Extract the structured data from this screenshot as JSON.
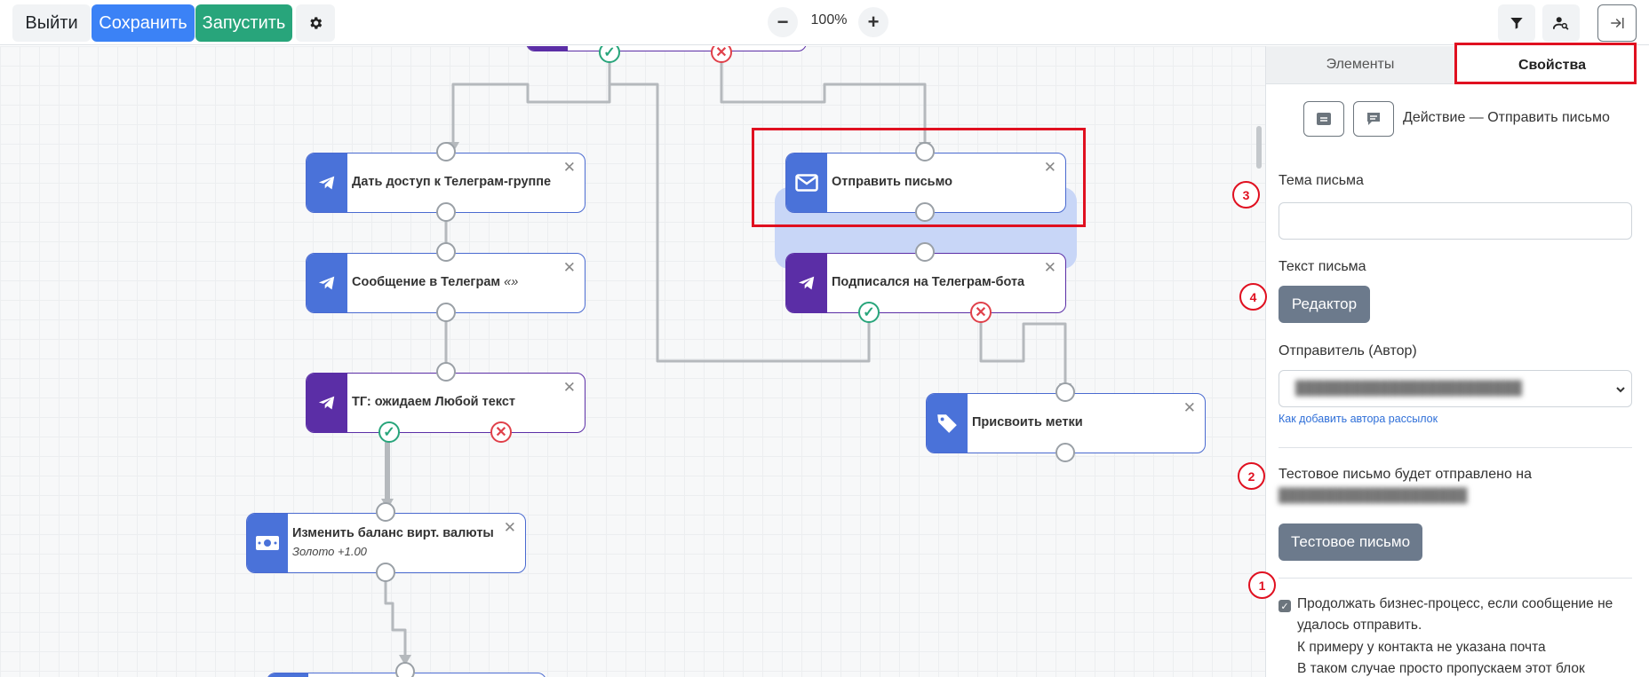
{
  "toolbar": {
    "exit_label": "Выйти",
    "save_label": "Сохранить",
    "run_label": "Запустить",
    "zoom": "100%",
    "zoom_out": "−",
    "zoom_in": "+"
  },
  "nodes": {
    "telegram_group": {
      "title": "Дать доступ к Телеграм-группе",
      "icon": "telegram-icon"
    },
    "telegram_message": {
      "title": "Сообщение в Телеграм",
      "subtitle": "«»",
      "icon": "telegram-icon"
    },
    "tg_wait": {
      "title": "ТГ: ожидаем Любой текст",
      "icon": "telegram-icon"
    },
    "balance": {
      "title": "Изменить баланс вирт. валюты",
      "subtitle": "Золото +1.00",
      "icon": "money-icon"
    },
    "send_email": {
      "title": "Отправить письмо",
      "icon": "envelope-icon"
    },
    "subscribed_bot": {
      "title": "Подписался на Телеграм-бота",
      "icon": "telegram-icon"
    },
    "assign_tags": {
      "title": "Присвоить метки",
      "icon": "tag-icon"
    },
    "close_symbol": "✕",
    "ok_symbol": "✓",
    "no_symbol": "✕"
  },
  "panel": {
    "tabs": [
      "Элементы",
      "Свойства"
    ],
    "active_tab": "Свойства",
    "action_label": "Действие — Отправить письмо",
    "subject_label": "Тема письма",
    "subject_value": "",
    "body_label": "Текст письма",
    "editor_button": "Редактор",
    "sender_label": "Отправитель (Автор)",
    "sender_value": "████████████████████████",
    "add_author_link": "Как добавить автора рассылок",
    "test_info": "Тестовое письмо будет отправлено на",
    "test_email_blurred": "████████████████████",
    "test_button": "Тестовое письмо",
    "continue_checkbox_checked": true,
    "continue_lines": [
      "Продолжать бизнес-процесс, если сообщение не",
      "удалось отправить.",
      "К примеру у контакта не указана почта",
      "В таком случае просто пропускаем этот блок"
    ]
  },
  "annotations": [
    "3",
    "4",
    "2",
    "1"
  ],
  "colors": {
    "primary": "#3b82f6",
    "success": "#28a57b",
    "highlight_red": "#e01020",
    "node_blue": "#4a72d9",
    "node_purple": "#5b2ea6"
  }
}
